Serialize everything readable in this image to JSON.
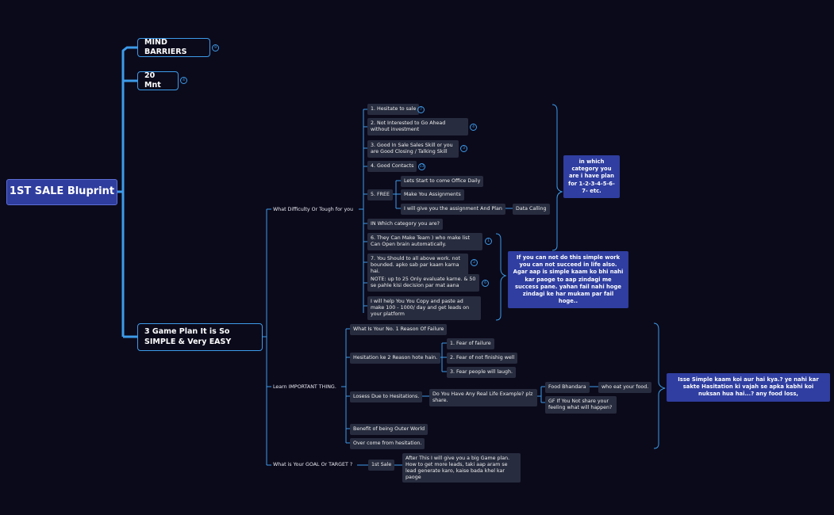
{
  "root": {
    "label": "1ST SALE Bluprint"
  },
  "branches": {
    "mind_barriers": {
      "label": "MIND BARRIERS",
      "badge": "9"
    },
    "twenty_mnt": {
      "label": "20 Mnt",
      "badge": "4"
    },
    "game_plan": {
      "label": "3 Game Plan It is So SIMPLE & Very EASY"
    }
  },
  "difficulty": {
    "label": "What Difficulty Or Tough for you",
    "items": [
      {
        "label": "1. Hesitate to sale",
        "badge": "7"
      },
      {
        "label": "2. Not Interested to Go Ahead without investment",
        "badge": "4"
      },
      {
        "label": "3. Good In Sale Sales Skill  or you are Good Closing / Talking Skill",
        "badge": "3"
      },
      {
        "label": "4. Good Contacts",
        "badge": "13"
      },
      {
        "label": "5. FREE"
      },
      {
        "label": "IN Which category you are?"
      },
      {
        "label": "6. They Can Make Team ) who make list Can Open brain automatically.",
        "badge": "1"
      },
      {
        "label": "7. You Should to all above work. not bounded. apko sab par kaam karna hai.",
        "badge": "2"
      },
      {
        "label": "NOTE: up to 25 Only evaluate  karne. & 50 se pahle kisi decision par mat aana",
        "badge": "6"
      },
      {
        "label": "I will help You You Copy and paste ad make 100 - 1000/ day and get leads on your platform"
      }
    ],
    "free_items": [
      {
        "label": "Lets Start to come Office Daily"
      },
      {
        "label": "Make You Assignments"
      },
      {
        "label": "I will give you the assignment  And Plan"
      }
    ],
    "data_calling": "Data Calling",
    "callout_category": "in which category you are i have plan for 1-2-3-4-5-6-7- etc.",
    "callout_fail": "If you can not do this simple work you can not succeed in life also. Agar aap is simple kaam ko bhi nahi kar paoge to aap zindagi  me success pane. yahan fail nahi hoge zindagi ke har mukam par fail hoge.."
  },
  "learn": {
    "label": "Learn IMPORTANT THING.",
    "items": [
      {
        "label": "What Is Your No. 1 Reason Of Failure"
      },
      {
        "label": "Hesitation ke 2 Reason hote hain."
      },
      {
        "label": "Losess Due to Hesitations."
      },
      {
        "label": "Benefit of being Outer World"
      },
      {
        "label": "Over come from hesitation."
      }
    ],
    "hesitation_reasons": [
      {
        "label": "1. Fear of failure"
      },
      {
        "label": "2. Fear of not finishig well"
      },
      {
        "label": "3. Fear people will laugh."
      }
    ],
    "real_life": "Do You Have Any Real Life Example? plz share.",
    "food_bhandara": "Food  Bhandara",
    "who_eat": "who eat your food.",
    "gf": "GF If You Not share your feeling what will happen?",
    "callout_loss": "Isse Simple kaam koi aur hai kya.? ye nahi kar sakte Hasitation ki vajah se apka kabhi koi nuksan hua hai...?  any food loss,"
  },
  "goal": {
    "label": "What is Your GOAL  Or TARGET ?",
    "first_sale": "1st Sale",
    "after_this": "After This I will give you a big Game plan. How to get more leads, taki aap aram se lead generate karo, kaise bada khel kar paoge"
  },
  "colors": {
    "background": "#0b0a1b",
    "link": "#3d9be9",
    "node_fill": "#272c3e",
    "callout_fill": "#2f3ea0",
    "root_fill": "#2f3d9e"
  }
}
